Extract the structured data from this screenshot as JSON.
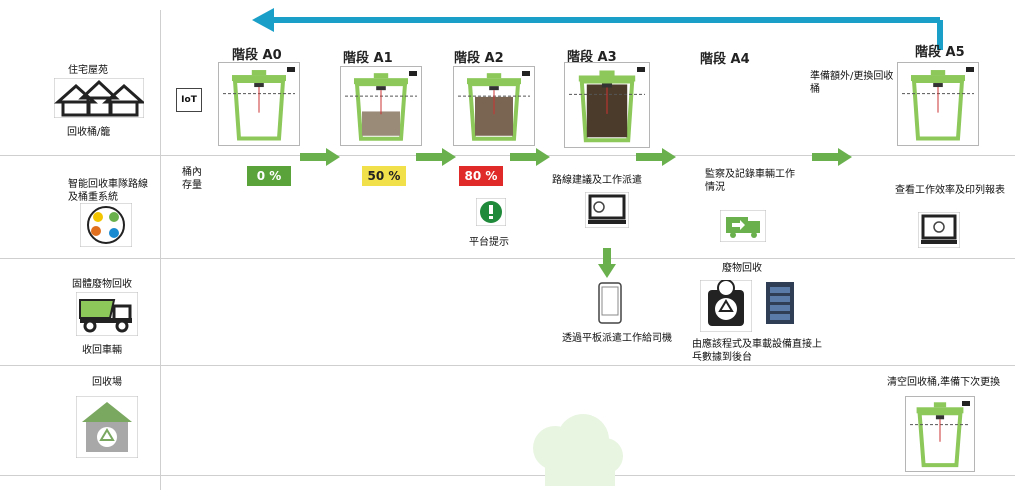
{
  "rows": [
    {
      "title": "住宅屋苑",
      "caption": "回收桶/籠"
    },
    {
      "title": "智能回收車隊路線\n及桶重系統"
    },
    {
      "title": "固體廢物回收",
      "caption": "收回車輛"
    },
    {
      "title": "回收場"
    }
  ],
  "stages": [
    {
      "label": "階段 A0",
      "fill": "0 %",
      "fill_fraction": 0.0,
      "fill_color": "#5aa33a",
      "text_color": "#ffffff"
    },
    {
      "label": "階段 A1",
      "fill": "50 %",
      "fill_fraction": 0.5,
      "fill_color": "#f2e04a",
      "text_color": "#222222"
    },
    {
      "label": "階段 A2",
      "fill": "80 %",
      "fill_fraction": 0.8,
      "fill_color": "#e02a2a",
      "text_color": "#ffffff"
    },
    {
      "label": "階段 A3",
      "fill_fraction": 1.0
    },
    {
      "label": "階段 A4"
    },
    {
      "label": "階段 A5"
    }
  ],
  "labels": {
    "bin_capacity": "桶內\n存量",
    "platform_alert": "平台提示",
    "route_suggest": "路線建議及工作派遣",
    "monitor_record": "監察及記錄車輛工作\n情況",
    "view_report": "查看工作效率及印列報表",
    "prepare_replace": "準備額外/更換回收\n桶",
    "tablet_dispatch": "透過平板派遣工作給司機",
    "waste_recycle": "廢物回收",
    "upload_data": "由應該程式及車載設備直接上\n乓數據到後台",
    "empty_bin": "清空回收桶,準備下次更換",
    "iot": "IoT"
  },
  "colors": {
    "arrow_blue": "#1aa0c8",
    "arrow_green": "#6ab14e",
    "bin_green": "#8cc85a",
    "bin_dark": "#4a3b2a",
    "grid": "#cfcfcf"
  }
}
